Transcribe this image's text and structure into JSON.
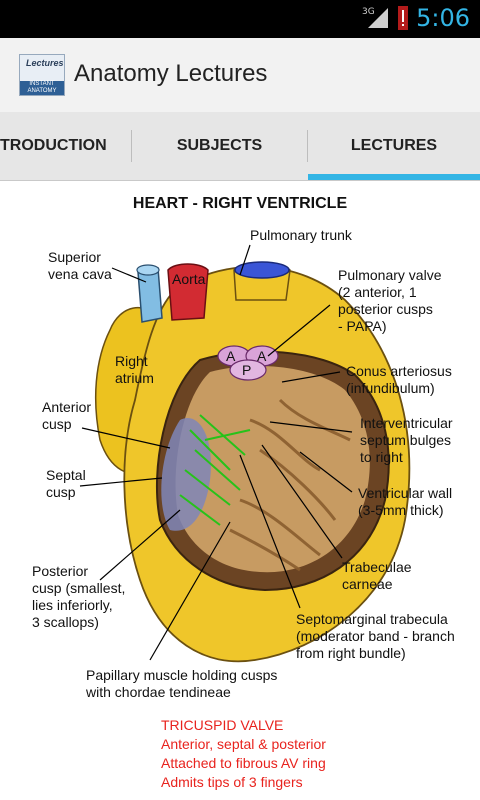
{
  "status_bar": {
    "network": "3G",
    "time": "5:06",
    "alert_icon": "warning-icon"
  },
  "action_bar": {
    "title": "Anatomy Lectures",
    "icon_text": "Lectures",
    "icon_subtext": "INSTANT ANATOMY"
  },
  "tabs": [
    {
      "label": "TRODUCTION",
      "selected": false
    },
    {
      "label": "SUBJECTS",
      "selected": false
    },
    {
      "label": "LECTURES",
      "selected": true
    }
  ],
  "accent_color": "#33b5e5",
  "lecture": {
    "title": "HEART - RIGHT VENTRICLE",
    "labels": {
      "svc": "Superior\nvena cava",
      "aorta": "Aorta",
      "pulmonary_trunk": "Pulmonary trunk",
      "pulmonary_valve": "Pulmonary valve\n(2 anterior, 1\nposterior cusps\n- PAPA)",
      "right_atrium": "Right\natrium",
      "conus": "Conus arteriosus\n(infundibulum)",
      "anterior_cusp": "Anterior\ncusp",
      "ivs": "Interventricular\nseptum bulges\nto right",
      "septal_cusp": "Septal\ncusp",
      "ventricular_wall": "Ventricular wall\n(3-5mm thick)",
      "trabeculae": "Trabeculae\ncarneae",
      "posterior_cusp": "Posterior\ncusp (smallest,\nlies inferiorly,\n3 scallops)",
      "septomarginal": "Septomarginal trabecula\n(moderator band - branch\nfrom right bundle)",
      "papillary": "Papillary muscle holding cusps\nwith chordae tendineae",
      "valve_a1": "A",
      "valve_a2": "A",
      "valve_p": "P"
    },
    "notes": [
      "TRICUSPID VALVE",
      "Anterior, septal & posterior",
      "Attached to fibrous AV ring",
      "Admits tips of 3 fingers"
    ]
  }
}
